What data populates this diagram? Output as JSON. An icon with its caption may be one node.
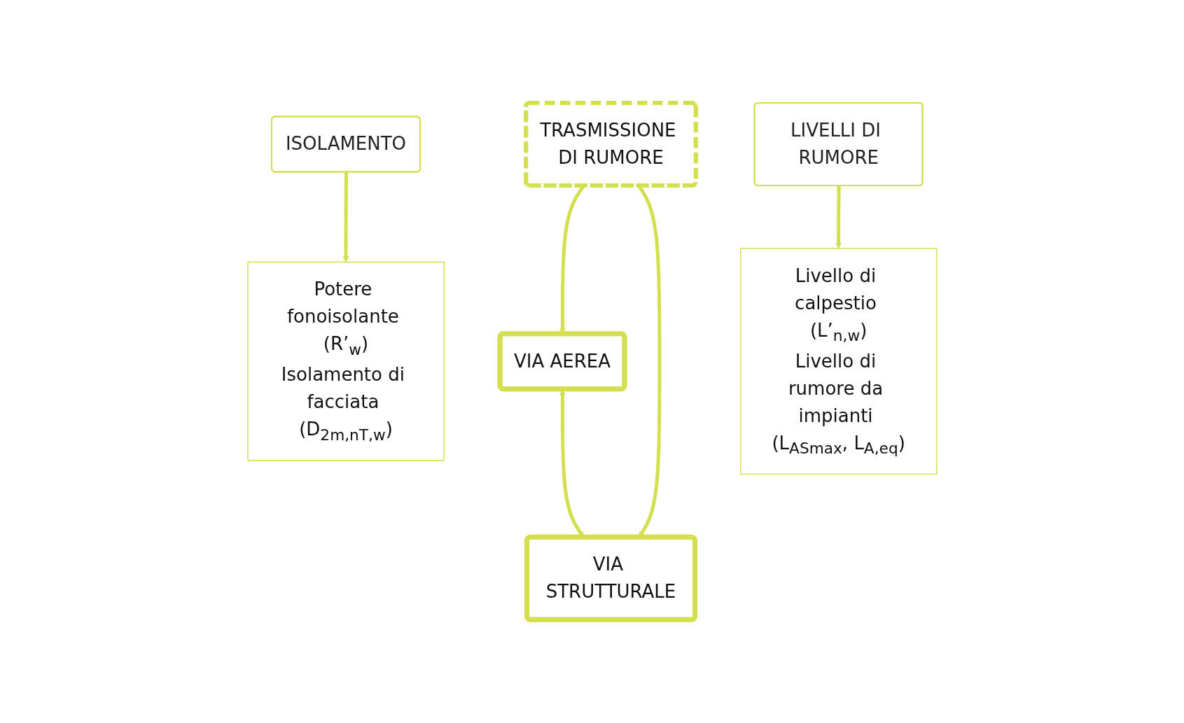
{
  "diagram": {
    "nodes": [
      {
        "text": [
          "TRASMISSIONE DI RUMORE"
        ]
      },
      {
        "text": [
          "VIA AEREA"
        ]
      },
      {
        "text": [
          "VIA STRUTTURALE"
        ]
      },
      {
        "text": [
          "ISOLAMENTO"
        ]
      },
      {
        "text": [
          "LIVELLI DI RUMORE"
        ]
      },
      {
        "text": [
          "Potere fonoisolante (R’$_{w}$)",
          "Isolamento di facciata (D$_{2m,nT,w}$)"
        ]
      },
      {
        "text": [
          "Livello di calpestio (L’$_{n,w}$)",
          "Livello di rumore da impianti (L$_{ASmax}$, L$_{A,eq}$)"
        ]
      }
    ],
    "edges": [
      {
        "from": 0,
        "to": 1,
        "arrow": "to"
      },
      {
        "from": 0,
        "to": 2,
        "arrow": "to"
      },
      {
        "from": 1,
        "to": 2,
        "arrow": "both"
      },
      {
        "from": 3,
        "to": 5,
        "arrow": "to"
      },
      {
        "from": 4,
        "to": 6,
        "arrow": "to"
      }
    ]
  }
}
